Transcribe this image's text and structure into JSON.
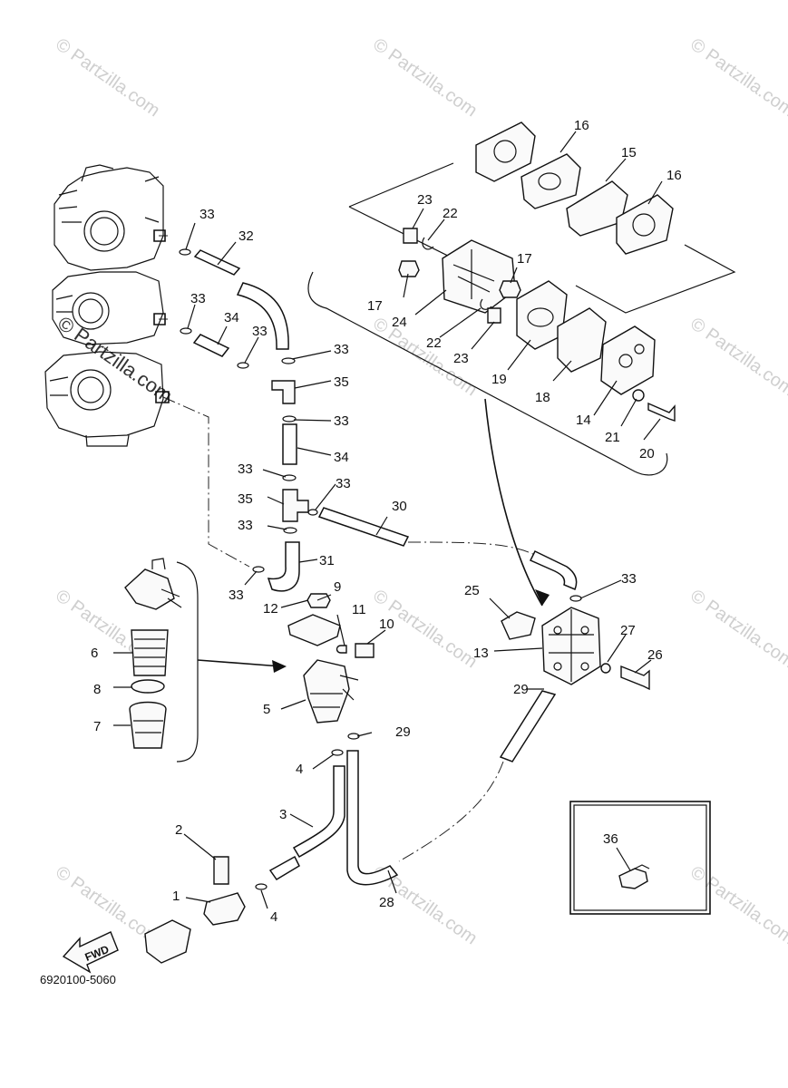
{
  "diagram": {
    "part_number": "6920100-5060",
    "fwd_label": "FWD",
    "watermark": "© Partzilla.com",
    "callouts": [
      {
        "id": "c1",
        "text": "1"
      },
      {
        "id": "c2",
        "text": "2"
      },
      {
        "id": "c3",
        "text": "3"
      },
      {
        "id": "c4a",
        "text": "4"
      },
      {
        "id": "c4b",
        "text": "4"
      },
      {
        "id": "c5",
        "text": "5"
      },
      {
        "id": "c6",
        "text": "6"
      },
      {
        "id": "c7",
        "text": "7"
      },
      {
        "id": "c8",
        "text": "8"
      },
      {
        "id": "c9",
        "text": "9"
      },
      {
        "id": "c10",
        "text": "10"
      },
      {
        "id": "c11",
        "text": "11"
      },
      {
        "id": "c12",
        "text": "12"
      },
      {
        "id": "c13",
        "text": "13"
      },
      {
        "id": "c14",
        "text": "14"
      },
      {
        "id": "c15",
        "text": "15"
      },
      {
        "id": "c16a",
        "text": "16"
      },
      {
        "id": "c16b",
        "text": "16"
      },
      {
        "id": "c17a",
        "text": "17"
      },
      {
        "id": "c17b",
        "text": "17"
      },
      {
        "id": "c18",
        "text": "18"
      },
      {
        "id": "c19",
        "text": "19"
      },
      {
        "id": "c20",
        "text": "20"
      },
      {
        "id": "c21",
        "text": "21"
      },
      {
        "id": "c22a",
        "text": "22"
      },
      {
        "id": "c22b",
        "text": "22"
      },
      {
        "id": "c23a",
        "text": "23"
      },
      {
        "id": "c23b",
        "text": "23"
      },
      {
        "id": "c24",
        "text": "24"
      },
      {
        "id": "c25",
        "text": "25"
      },
      {
        "id": "c26",
        "text": "26"
      },
      {
        "id": "c27",
        "text": "27"
      },
      {
        "id": "c28",
        "text": "28"
      },
      {
        "id": "c29a",
        "text": "29"
      },
      {
        "id": "c29b",
        "text": "29"
      },
      {
        "id": "c30",
        "text": "30"
      },
      {
        "id": "c31",
        "text": "31"
      },
      {
        "id": "c32",
        "text": "32"
      },
      {
        "id": "c33a",
        "text": "33"
      },
      {
        "id": "c33b",
        "text": "33"
      },
      {
        "id": "c33c",
        "text": "33"
      },
      {
        "id": "c33d",
        "text": "33"
      },
      {
        "id": "c33e",
        "text": "33"
      },
      {
        "id": "c33f",
        "text": "33"
      },
      {
        "id": "c33g",
        "text": "33"
      },
      {
        "id": "c33h",
        "text": "33"
      },
      {
        "id": "c33i",
        "text": "33"
      },
      {
        "id": "c33j",
        "text": "33"
      },
      {
        "id": "c34a",
        "text": "34"
      },
      {
        "id": "c34b",
        "text": "34"
      },
      {
        "id": "c35a",
        "text": "35"
      },
      {
        "id": "c35b",
        "text": "35"
      },
      {
        "id": "c36",
        "text": "36"
      }
    ]
  }
}
